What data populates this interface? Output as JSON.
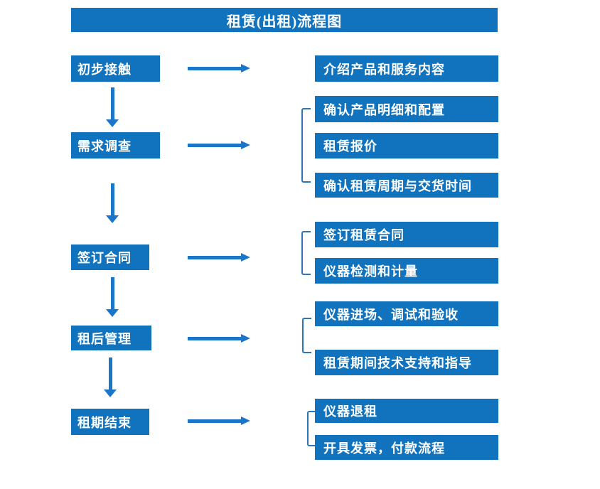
{
  "title": "租赁(出租)流程图",
  "colors": {
    "box": "#1173BD",
    "arrow": "#1B76C9",
    "bracket": "#2E75B6",
    "text_on_box": "#FFFFFF",
    "background": "#FFFFFF"
  },
  "icons": {
    "arrow_right": "solid right arrow connector",
    "arrow_down": "solid down arrow connector",
    "bracket": "left square bracket grouping connector"
  },
  "steps": [
    {
      "label": "初步接触",
      "details": [
        "介绍产品和服务内容"
      ]
    },
    {
      "label": "需求调查",
      "details": [
        "确认产品明细和配置",
        "租赁报价",
        "确认租赁周期与交货时间"
      ]
    },
    {
      "label": "签订合同",
      "details": [
        "签订租赁合同",
        "仪器检测和计量"
      ]
    },
    {
      "label": "租后管理",
      "details": [
        "仪器进场、调试和验收",
        "租赁期间技术支持和指导"
      ]
    },
    {
      "label": "租期结束",
      "details": [
        "仪器退租",
        "开具发票，付款流程"
      ]
    }
  ]
}
